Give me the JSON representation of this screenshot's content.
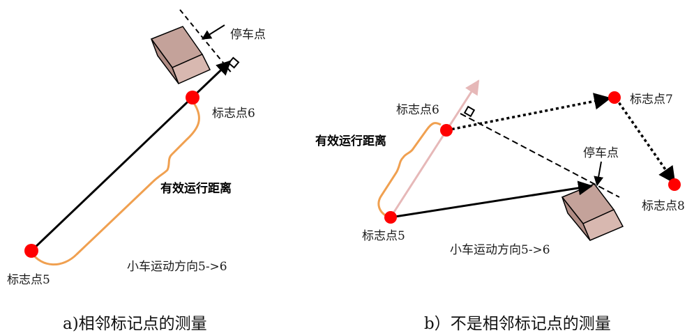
{
  "colors": {
    "stroke": "#000000",
    "marker": "#ff0000",
    "brace": "#f0a050",
    "box_front": "#d8b8b0",
    "box_top": "#c4a29a",
    "box_side": "#b08c84",
    "faded_arrow": "#e6b8b8"
  },
  "panel_a": {
    "stop_label": "停车点",
    "marker6_label": "标志点6",
    "marker5_label": "标志点5",
    "distance_label": "有效运行距离",
    "direction_label": "小车运动方向5->6",
    "caption": "a)相邻标记点的测量"
  },
  "panel_b": {
    "marker6_label": "标志点6",
    "marker7_label": "标志点7",
    "marker8_label": "标志点8",
    "marker5_label": "标志点5",
    "stop_label": "停车点",
    "distance_label": "有效运行距离",
    "direction_label": "小车运动方向5->6",
    "caption": "b）不是相邻标记点的测量"
  }
}
